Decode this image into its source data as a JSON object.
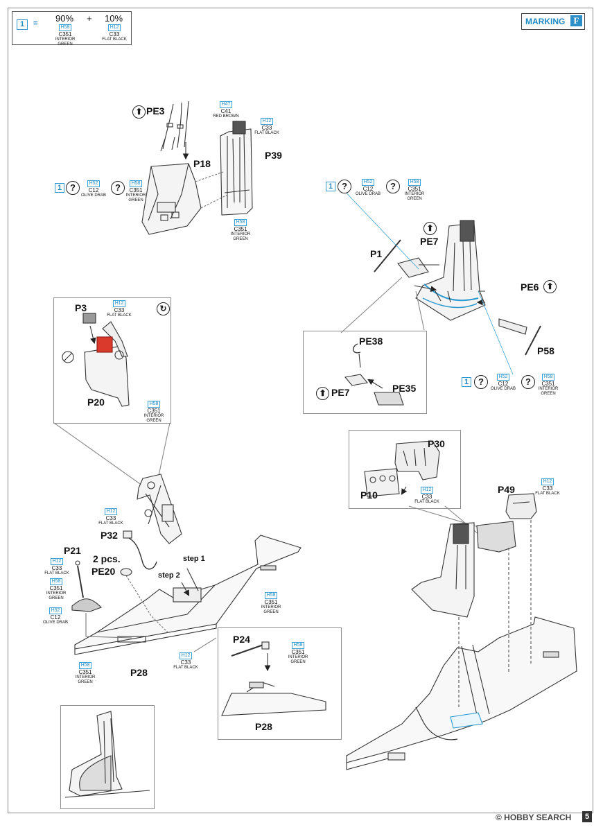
{
  "legend": {
    "key": "1",
    "eq": "=",
    "plus": "+",
    "left": {
      "pct": "90%",
      "h": "H58",
      "c": "C351",
      "n1": "INTERIOR",
      "n2": "GREEN"
    },
    "right": {
      "pct": "10%",
      "h": "H12",
      "c": "C33",
      "n1": "FLAT BLACK",
      "n2": ""
    }
  },
  "marking": {
    "label": "MARKING",
    "letter": "F"
  },
  "parts": {
    "pe3": "PE3",
    "p18": "P18",
    "p39": "P39",
    "p1": "P1",
    "pe7a": "PE7",
    "pe6": "PE6",
    "p58": "P58",
    "pe38": "PE38",
    "pe35": "PE35",
    "pe7b": "PE7",
    "p3": "P3",
    "p20": "P20",
    "p30": "P30",
    "p10": "P10",
    "p49": "P49",
    "p32": "P32",
    "p21": "P21",
    "two_pcs": "2 pcs.",
    "pe20": "PE20",
    "step1": "step 1",
    "step2": "step 2",
    "p24": "P24",
    "p28a": "P28",
    "p28b": "P28"
  },
  "codes": {
    "red_brown": {
      "h": "H47",
      "c": "C41",
      "n1": "RED BROWN",
      "n2": ""
    },
    "p39_black": {
      "h": "H12",
      "c": "C33",
      "n1": "FLAT BLACK",
      "n2": ""
    },
    "p39_green": {
      "h": "H58",
      "c": "C351",
      "n1": "INTERIOR",
      "n2": "GREEN"
    },
    "a_drab": {
      "h": "H52",
      "c": "C12",
      "n1": "OLIVE DRAB",
      "n2": ""
    },
    "a_green": {
      "h": "H58",
      "c": "C351",
      "n1": "INTERIOR",
      "n2": "GREEN"
    },
    "b_drab": {
      "h": "H52",
      "c": "C12",
      "n1": "OLIVE DRAB",
      "n2": ""
    },
    "b_green": {
      "h": "H58",
      "c": "C351",
      "n1": "INTERIOR",
      "n2": "GREEN"
    },
    "c_drab": {
      "h": "H52",
      "c": "C12",
      "n1": "OLIVE DRAB",
      "n2": ""
    },
    "c_green": {
      "h": "H58",
      "c": "C351",
      "n1": "INTERIOR",
      "n2": "GREEN"
    },
    "p3_black": {
      "h": "H12",
      "c": "C33",
      "n1": "FLAT BLACK",
      "n2": ""
    },
    "p20_green": {
      "h": "H58",
      "c": "C351",
      "n1": "INTERIOR",
      "n2": "GREEN"
    },
    "p10_black": {
      "h": "H12",
      "c": "C33",
      "n1": "FLAT BLACK",
      "n2": ""
    },
    "p49_black": {
      "h": "H12",
      "c": "C33",
      "n1": "FLAT BLACK",
      "n2": ""
    },
    "p32_black": {
      "h": "H12",
      "c": "C33",
      "n1": "FLAT BLACK",
      "n2": ""
    },
    "p21_black": {
      "h": "H12",
      "c": "C33",
      "n1": "FLAT BLACK",
      "n2": ""
    },
    "p21_green": {
      "h": "H58",
      "c": "C351",
      "n1": "INTERIOR",
      "n2": "GREEN"
    },
    "p21_drab": {
      "h": "H52",
      "c": "C12",
      "n1": "OLIVE DRAB",
      "n2": ""
    },
    "floor_green": {
      "h": "H58",
      "c": "C351",
      "n1": "INTERIOR",
      "n2": "GREEN"
    },
    "p28_green": {
      "h": "H58",
      "c": "C351",
      "n1": "INTERIOR",
      "n2": "GREEN"
    },
    "p28_black": {
      "h": "H12",
      "c": "C33",
      "n1": "FLAT BLACK",
      "n2": ""
    },
    "p24_green": {
      "h": "H58",
      "c": "C351",
      "n1": "INTERIOR",
      "n2": "GREEN"
    }
  },
  "keys": {
    "k1": "1",
    "k2": "1",
    "k3": "1"
  },
  "symbols": {
    "question": "?",
    "arrow": "⬆",
    "rotate": "↻",
    "cut": "⊘"
  },
  "footer": {
    "watermark": "© HOBBY SEARCH",
    "page": "5"
  },
  "colors": {
    "accent": "#2c9ad1",
    "highlight": "#d93a2b",
    "line": "#333333"
  }
}
